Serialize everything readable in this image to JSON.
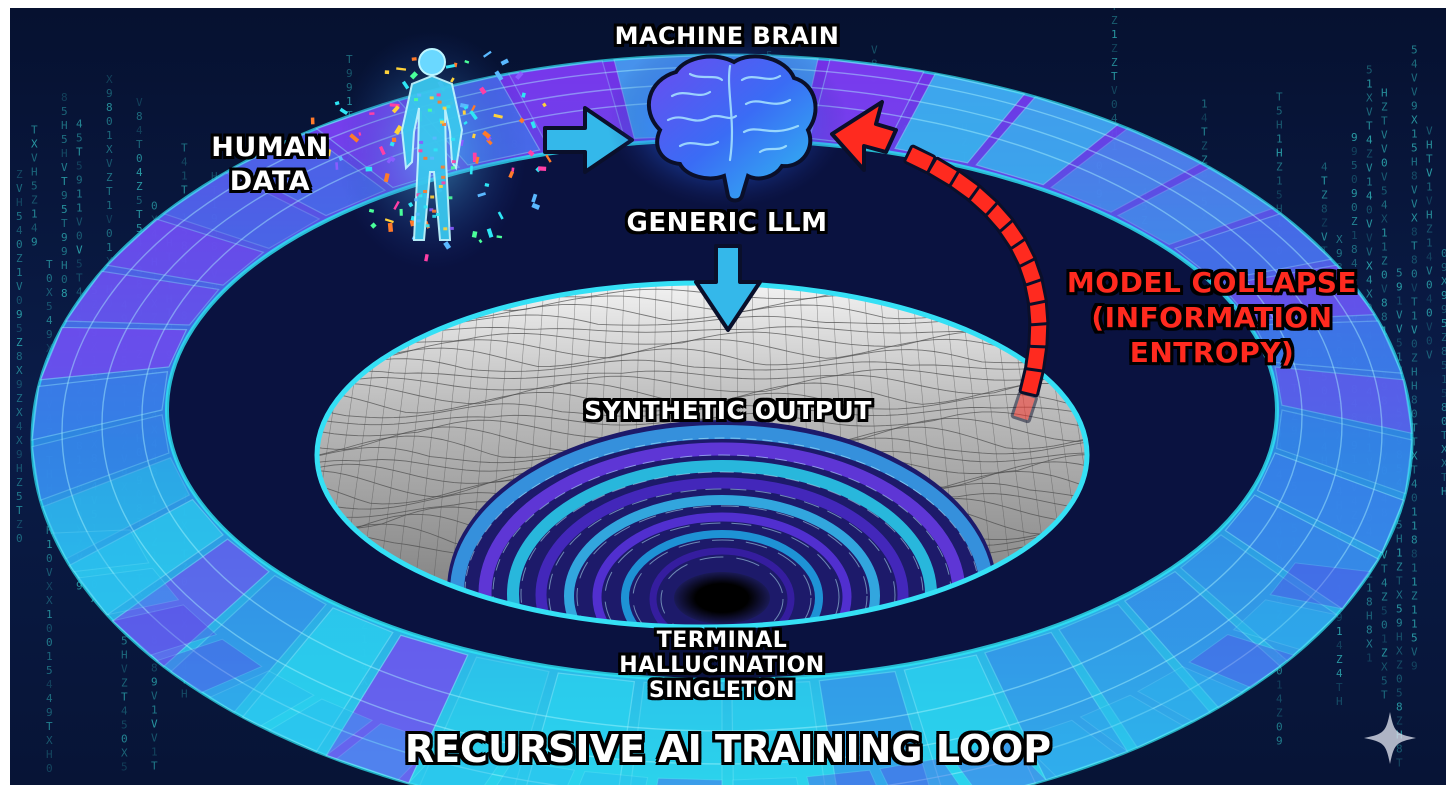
{
  "labels": {
    "machine_brain": "MACHINE BRAIN",
    "human_data": [
      "HUMAN",
      "DATA"
    ],
    "generic_llm": "GENERIC LLM",
    "synthetic_output": "SYNTHETIC OUTPUT",
    "model_collapse": [
      "MODEL COLLAPSE",
      "(INFORMATION",
      "ENTROPY)"
    ],
    "terminal": [
      "TERMINAL",
      "HALLUCINATION",
      "SINGLETON"
    ],
    "title": "RECURSIVE AI TRAINING LOOP"
  },
  "colors": {
    "background": "#071436",
    "ring_cyan": "#2ee6f5",
    "ring_violet": "#7b2ff0",
    "arrow_blue": "#34b8ea",
    "collapse_red": "#ff2a1f",
    "matrix_code": "#2fb3b8"
  },
  "icons": [
    "human-figure-icon",
    "brain-icon",
    "sparkle-icon"
  ]
}
